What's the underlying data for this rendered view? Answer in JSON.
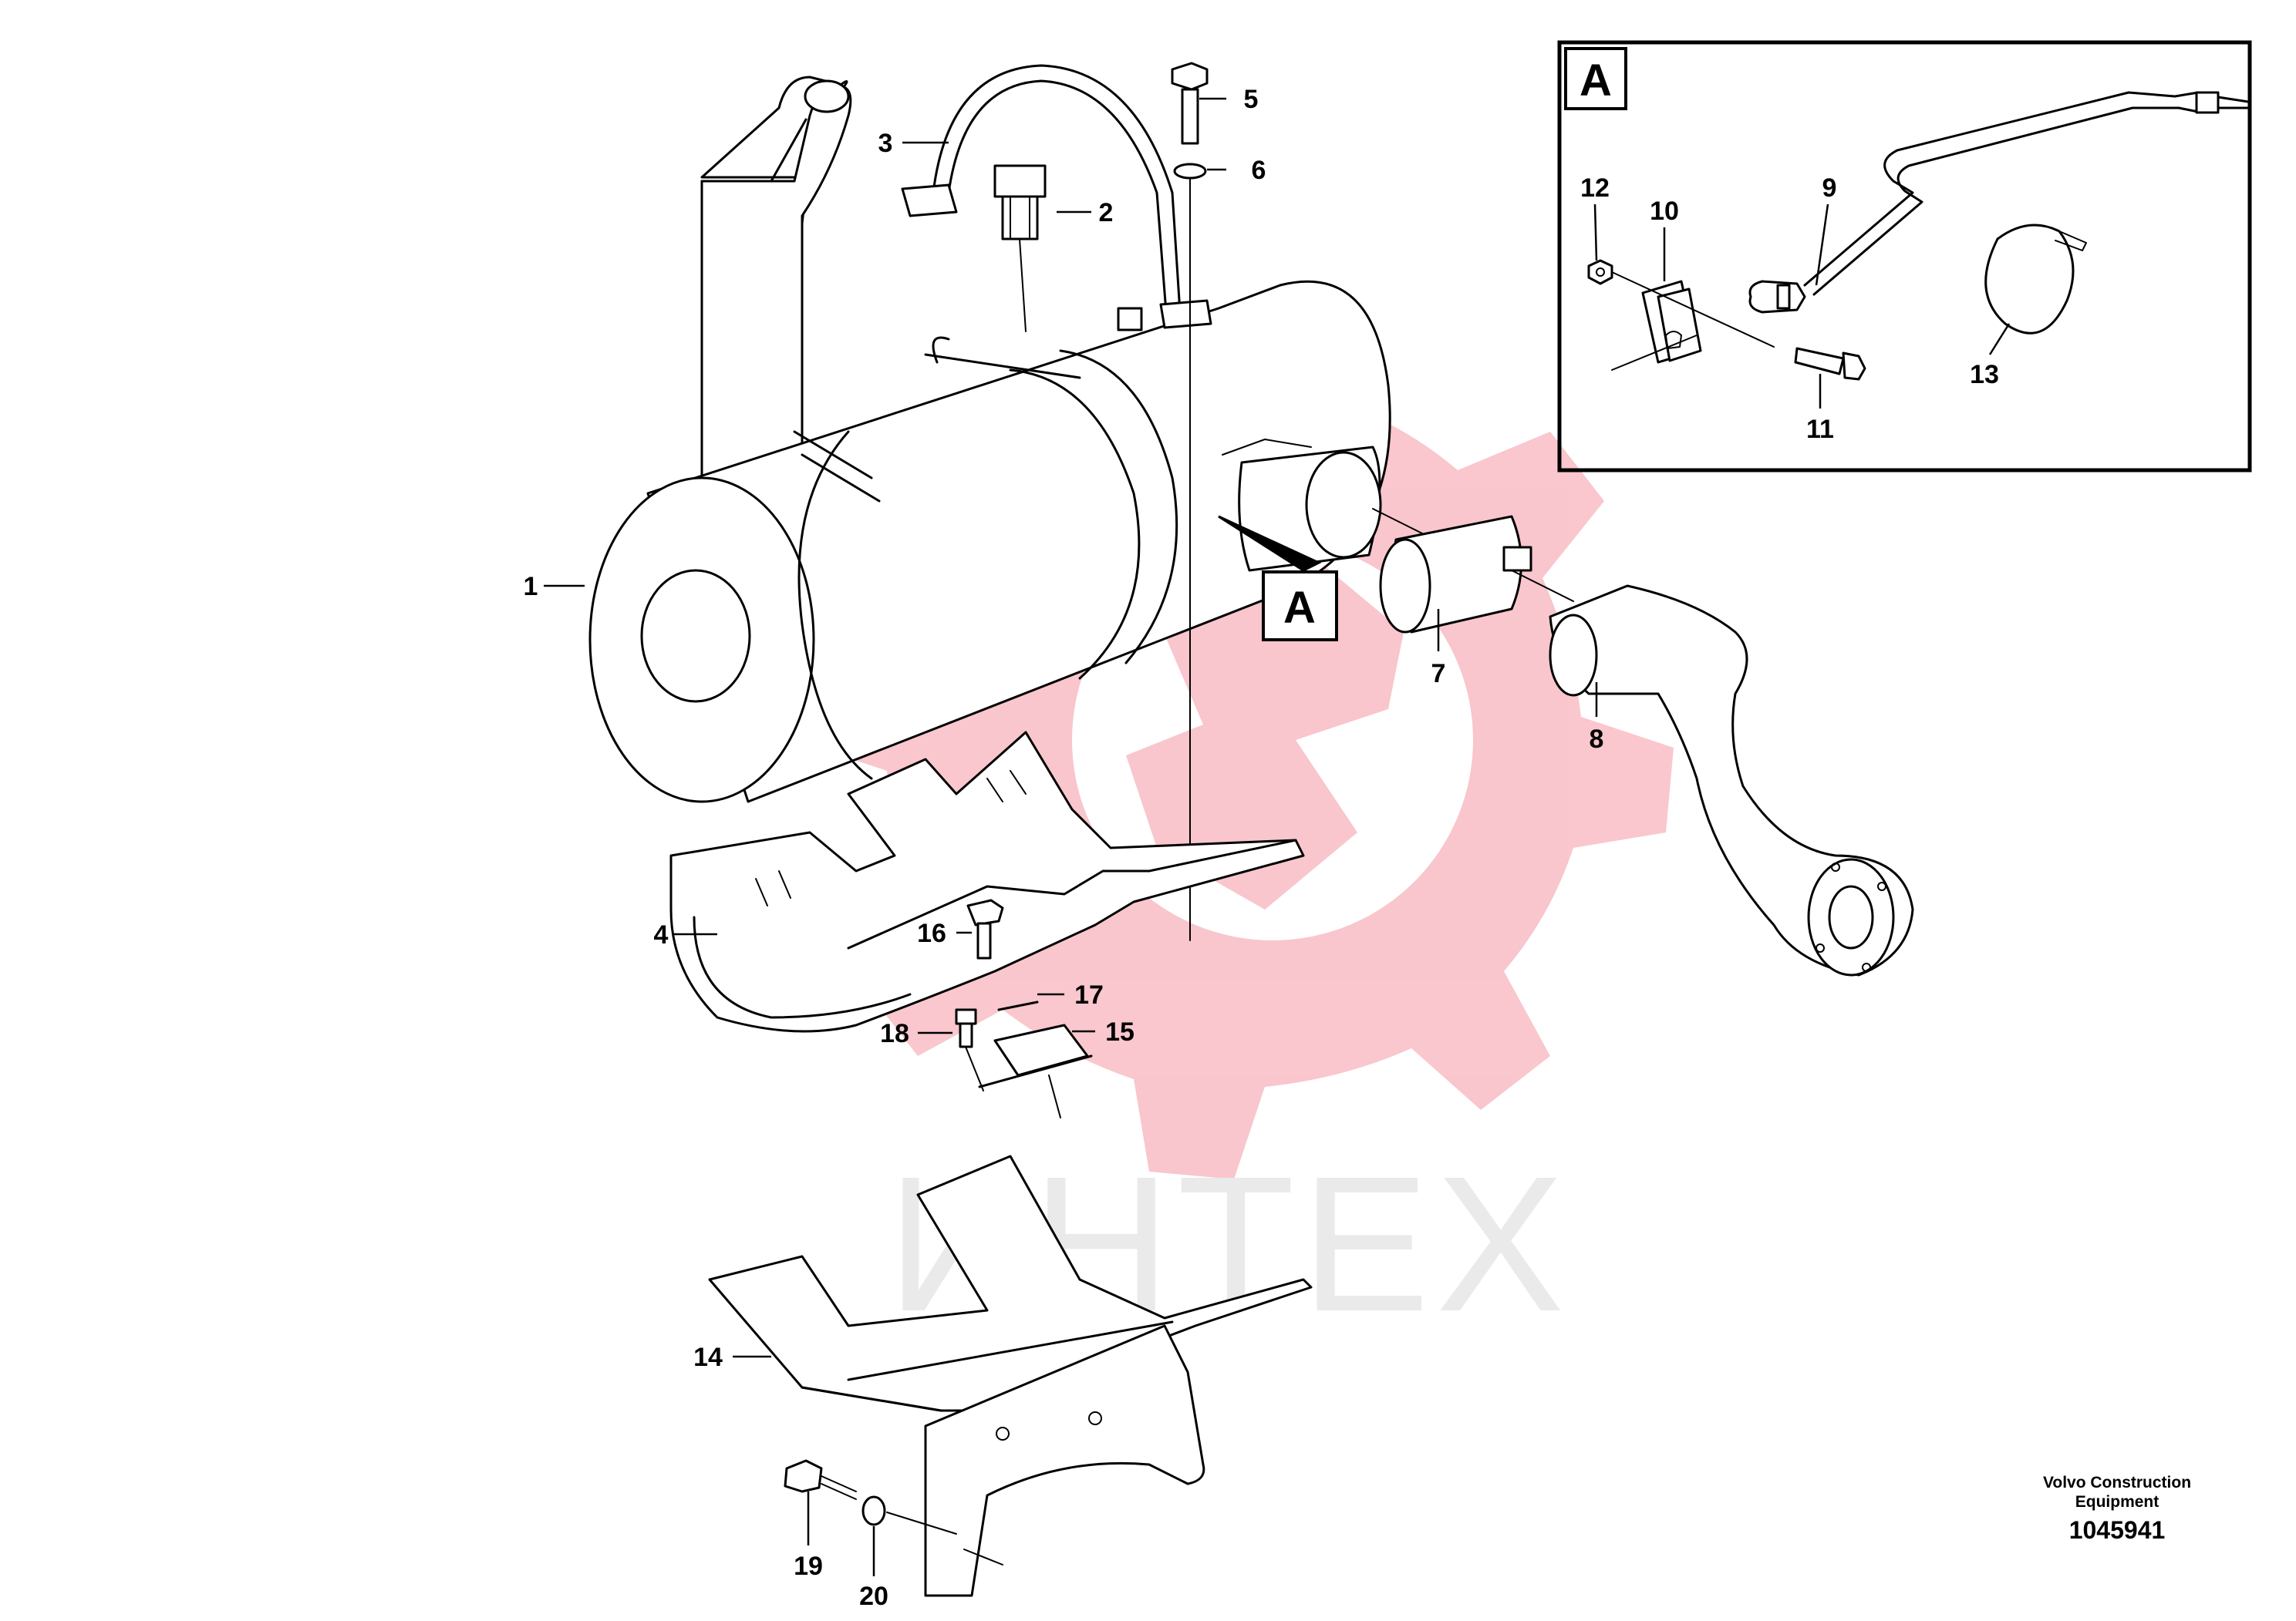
{
  "view_marker": "A",
  "inset": {
    "title": "A"
  },
  "parts": {
    "p1": "1",
    "p2": "2",
    "p3": "3",
    "p4": "4",
    "p5": "5",
    "p6": "6",
    "p7": "7",
    "p8": "8",
    "p9": "9",
    "p10": "10",
    "p11": "11",
    "p12": "12",
    "p13": "13",
    "p14": "14",
    "p15": "15",
    "p16": "16",
    "p17": "17",
    "p18": "18",
    "p19": "19",
    "p20": "20"
  },
  "footer": {
    "brand_line1": "Volvo Construction",
    "brand_line2": "Equipment",
    "drawing_number": "1045941"
  },
  "watermark": {
    "text": "ИНТЕХ",
    "color": "#f7b9c0"
  }
}
